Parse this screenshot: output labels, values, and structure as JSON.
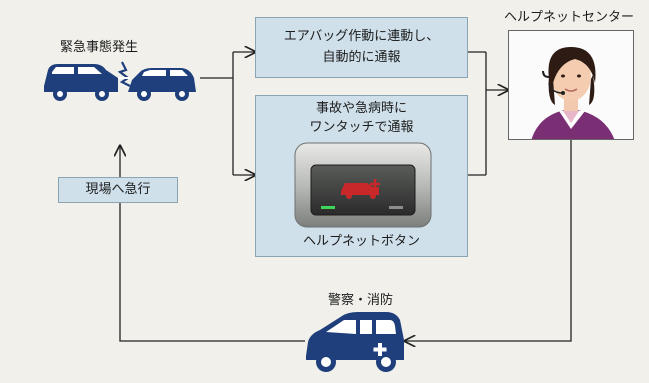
{
  "labels": {
    "emergency": "緊急事態発生",
    "center": "ヘルプネットセンター",
    "airbag_line1": "エアバッグ作動に連動し、",
    "airbag_line2": "自動的に通報",
    "button_line1": "事故や急病時に",
    "button_line2": "ワンタッチで通報",
    "button_caption": "ヘルプネットボタン",
    "rush": "現場へ急行",
    "police_fire": "警察・消防"
  },
  "icons": {
    "crash": "car-collision-icon",
    "operator": "operator-photo",
    "button": "helpnet-button-image",
    "ambulance": "emergency-car-icon"
  },
  "colors": {
    "box_fill": "#cfe0ea",
    "box_border": "#8aa4b4",
    "car_blue": "#1f3f7c",
    "background": "#f1f0eb"
  }
}
